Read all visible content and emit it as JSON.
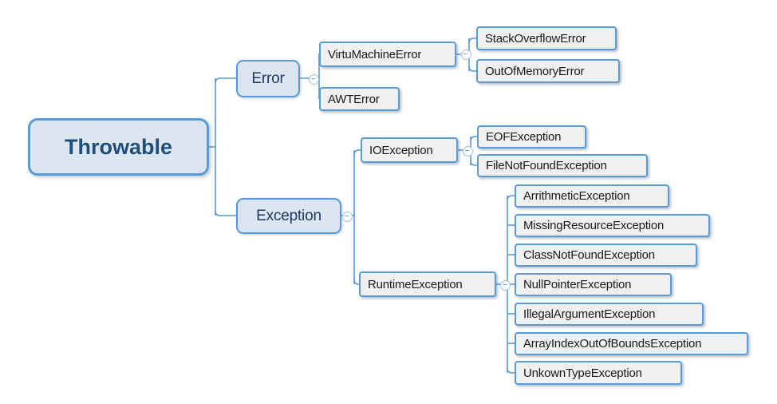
{
  "diagram": {
    "title": "Java Throwable class hierarchy mind map",
    "background": "#ffffff",
    "accent_border": "#5b9bd5",
    "root_fill": "#dce6f1",
    "leaf_fill": "#f0f0f0",
    "root_text_color": "#1f4e79",
    "connector_color": "#5b9bd5"
  },
  "nodes": {
    "root": {
      "label": "Throwable"
    },
    "error": {
      "label": "Error"
    },
    "exception": {
      "label": "Exception"
    },
    "virtumachineerror": {
      "label": "VirtuMachineError"
    },
    "awterror": {
      "label": "AWTError"
    },
    "stackoverflowerror": {
      "label": "StackOverflowError"
    },
    "outofmemoryerror": {
      "label": "OutOfMemoryError"
    },
    "ioexception": {
      "label": "IOException"
    },
    "runtimeexception": {
      "label": "RuntimeException"
    },
    "eofexception": {
      "label": "EOFException"
    },
    "filenotfoundexception": {
      "label": "FileNotFoundException"
    },
    "arrithmeticexception": {
      "label": "ArrithmeticException"
    },
    "missingresourceexception": {
      "label": "MissingResourceException"
    },
    "classnotfoundexception": {
      "label": "ClassNotFoundException"
    },
    "nullpointerexception": {
      "label": "NullPointerException"
    },
    "illegalargumentexception": {
      "label": "IllegalArgumentException"
    },
    "arrayindexoutofboundsexception": {
      "label": "ArrayIndexOutOfBoundsException"
    },
    "unkowntypeexception": {
      "label": "UnkownTypeException"
    }
  },
  "collapse_toggles": [
    {
      "name": "collapse-toggle-error",
      "state": "expanded"
    },
    {
      "name": "collapse-toggle-virtumachineerror",
      "state": "expanded"
    },
    {
      "name": "collapse-toggle-exception",
      "state": "expanded"
    },
    {
      "name": "collapse-toggle-ioexception",
      "state": "expanded"
    },
    {
      "name": "collapse-toggle-runtimeexception",
      "state": "expanded"
    }
  ],
  "hierarchy": {
    "Throwable": {
      "Error": {
        "VirtuMachineError": [
          "StackOverflowError",
          "OutOfMemoryError"
        ],
        "AWTError": []
      },
      "Exception": {
        "IOException": [
          "EOFException",
          "FileNotFoundException"
        ],
        "RuntimeException": [
          "ArrithmeticException",
          "MissingResourceException",
          "ClassNotFoundException",
          "NullPointerException",
          "IllegalArgumentException",
          "ArrayIndexOutOfBoundsException",
          "UnkownTypeException"
        ]
      }
    }
  }
}
